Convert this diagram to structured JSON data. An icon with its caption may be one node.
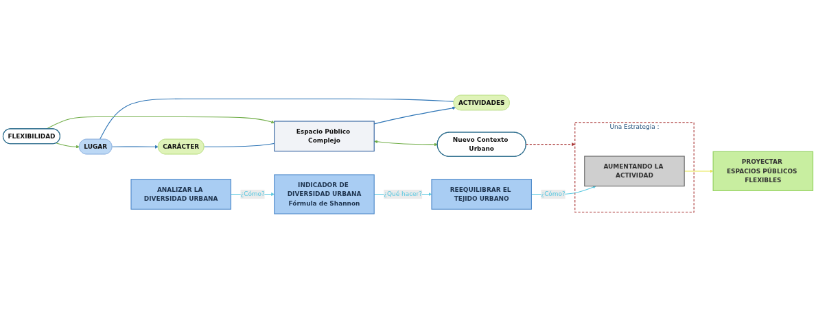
{
  "diagram": {
    "nodes": [
      {
        "text": [
          "LUGAR"
        ]
      },
      {
        "text": [
          "ACTIVIDADES"
        ]
      },
      {
        "text": [
          "FLEXIBILIDAD"
        ]
      },
      {
        "text": [
          "CARÁCTER"
        ]
      },
      {
        "text": [
          "Espacio Público Complejo"
        ]
      },
      {
        "text": [
          "Nuevo Contexto Urbano"
        ]
      },
      {
        "text": [
          "ANALIZAR LA DIVERSIDAD URBANA"
        ]
      },
      {
        "text": [
          "INDICADOR DE DIVERSIDAD URBANA",
          "Fórmula de Shannon"
        ]
      },
      {
        "text": [
          "PROYECTAR ESPACIOS PÚBLICOS FLEXIBLES"
        ]
      },
      {
        "text": [
          "Una Estrategia :"
        ]
      },
      {
        "text": [
          "AUMENTANDO LA ACTIVIDAD"
        ],
        "in": 9
      },
      {
        "text": [
          "REEQUILIBRAR EL TEJIDO URBANO"
        ]
      }
    ],
    "edges": [
      {
        "from": 1,
        "to": 0,
        "arrow": "none",
        "color": "#2e75b6"
      },
      {
        "from": 0,
        "to": 3,
        "arrow": "to",
        "color": "#2e75b6"
      },
      {
        "from": 3,
        "to": 4,
        "arrow": "none",
        "color": "#2e75b6"
      },
      {
        "from": 4,
        "to": 1,
        "arrow": "to",
        "color": "#2e75b6"
      },
      {
        "from": 2,
        "to": 0,
        "arrow": "to",
        "color": "#70ad47"
      },
      {
        "from": 2,
        "to": 4,
        "arrow": "to",
        "color": "#70ad47"
      },
      {
        "from": 4,
        "to": 5,
        "arrow": "both",
        "color": "#70ad47"
      },
      {
        "from": 6,
        "to": 7,
        "arrow": "to",
        "label": "¿Cómo?",
        "color": "#5bc8e0"
      },
      {
        "from": 7,
        "to": 11,
        "arrow": "to",
        "label": "¿Qué hacer?",
        "color": "#5bc8e0"
      },
      {
        "from": 11,
        "to": 10,
        "arrow": "to",
        "label": "¿Cómo?",
        "color": "#5bc8e0"
      },
      {
        "from": 10,
        "to": 8,
        "arrow": "to",
        "color": "#e8e85a"
      },
      {
        "from": 5,
        "to": 9,
        "arrow": "to",
        "style": "dashed",
        "color": "#a83232"
      }
    ]
  }
}
